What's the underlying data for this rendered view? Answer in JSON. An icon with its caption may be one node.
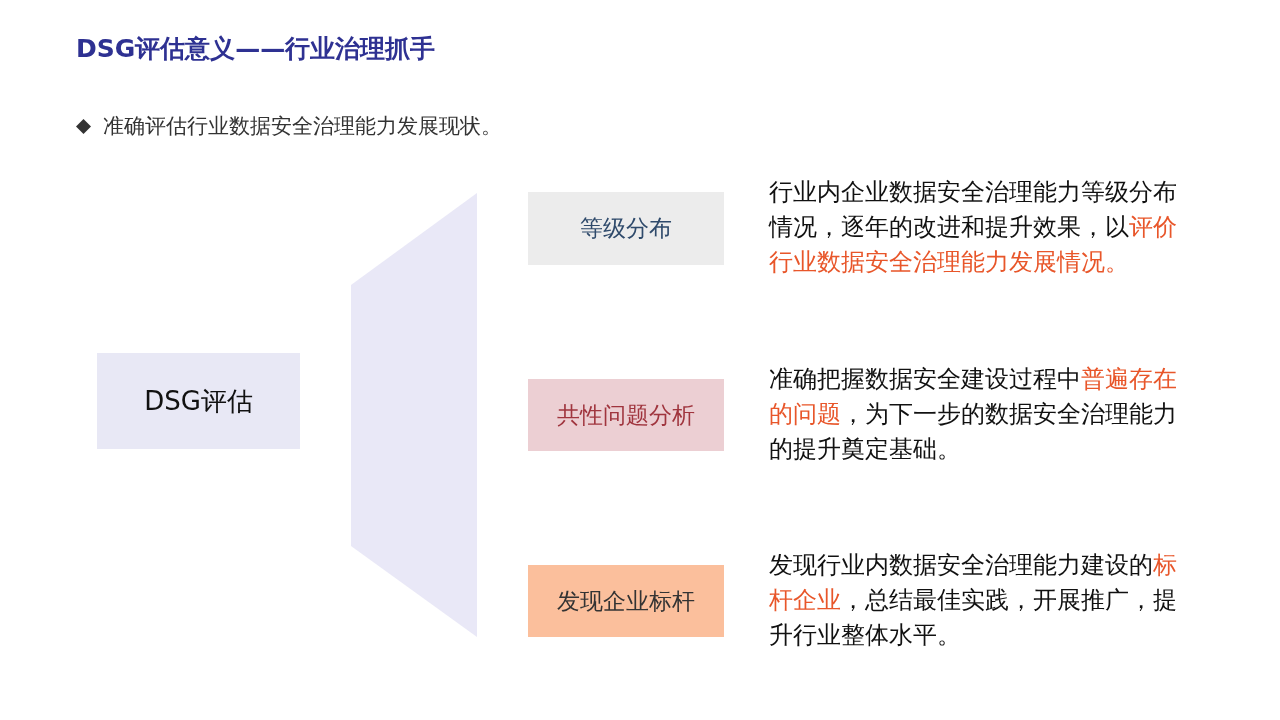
{
  "diagram": {
    "title": "DSG评估意义——行业治理抓手",
    "nodes": [
      {
        "text": [
          "DSG评估"
        ]
      },
      {
        "text": [
          "等级分布"
        ],
        "beside": [
          "行业内企业数据安全治理能力等级分布情况，逐年的改进和提升效果，以**评价行业数据安全治理能力发展情况。**"
        ]
      },
      {
        "text": [
          "共性问题分析"
        ],
        "beside": [
          "准确把握数据安全建设过程中**普遍存在的问题**，为下一步的数据安全治理能力的提升奠定基础。"
        ]
      },
      {
        "text": [
          "发现企业标杆"
        ],
        "beside": [
          "发现行业内数据安全治理能力建设的**标杆企业**，总结最佳实践，开展推广，提升行业整体水平。"
        ]
      }
    ],
    "edges": [],
    "labels": [
      "准确评估行业数据安全治理能力发展现状。"
    ]
  }
}
